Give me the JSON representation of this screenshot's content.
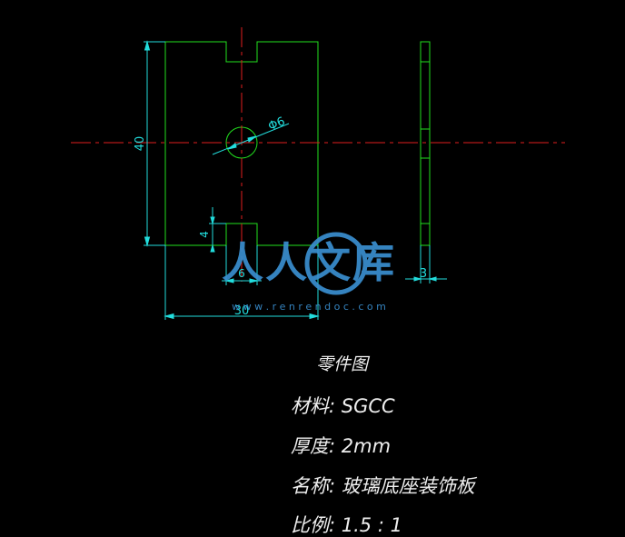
{
  "colors": {
    "background": "#000000",
    "outline": "#22e01e",
    "centerline": "#e01e1e",
    "dimension": "#22dddd",
    "text": "#eeeeee",
    "watermark": "#3a8fd0"
  },
  "dimensions": {
    "height_40": "40",
    "diameter_6": "Φ6",
    "slot_depth_4": "4",
    "slot_width_6": "6",
    "width_30": "30",
    "thickness_3": "3"
  },
  "watermark": {
    "brand": "人人文库",
    "url": "w w w . r e n r e n d o c . c o m"
  },
  "notes": {
    "title": "零件图",
    "material": "材料: SGCC",
    "thickness": "厚度: 2mm",
    "name": "名称: 玻璃底座装饰板",
    "scale": "比例: 1.5 : 1"
  }
}
